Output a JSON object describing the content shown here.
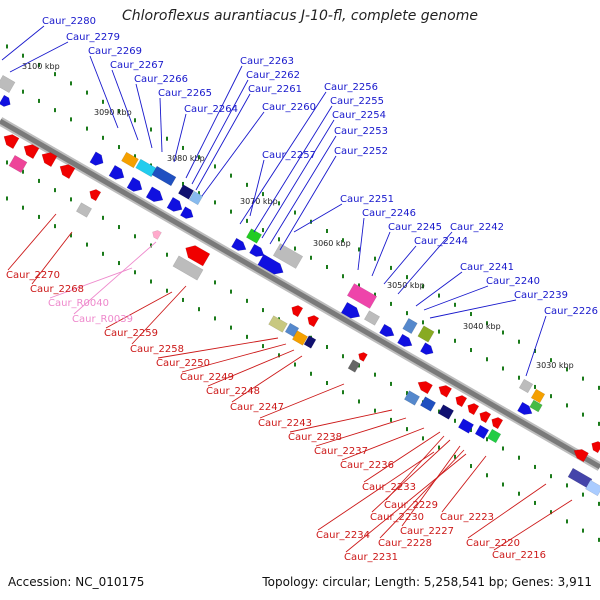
{
  "title": "Chloroflexus aurantiacus J-10-fl, complete genome",
  "footer": {
    "accession": "Accession: NC_010175",
    "summary": "Topology: circular; Length: 5,258,541 bp; Genes: 3,911"
  },
  "colors": {
    "forward_gene": "#1010e0",
    "reverse_gene": "#f00000",
    "rna_label": "#ee88cc",
    "forward_label": "#1818cc",
    "reverse_label": "#cc1818",
    "backbone": "#7a7a7a",
    "tick_dot": "#1a7a1a"
  },
  "ticks": [
    "3100 kbp",
    "3090 kbp",
    "3080 kbp",
    "3070 kbp",
    "3060 kbp",
    "3050 kbp",
    "3040 kbp",
    "3030 kbp"
  ],
  "forward_labels": [
    "Caur_2280",
    "Caur_2279",
    "Caur_2269",
    "Caur_2267",
    "Caur_2266",
    "Caur_2265",
    "Caur_2264",
    "Caur_2263",
    "Caur_2262",
    "Caur_2261",
    "Caur_2260",
    "Caur_2256",
    "Caur_2255",
    "Caur_2254",
    "Caur_2253",
    "Caur_2252",
    "Caur_2257",
    "Caur_2251",
    "Caur_2246",
    "Caur_2245",
    "Caur_2244",
    "Caur_2242",
    "Caur_2241",
    "Caur_2240",
    "Caur_2239",
    "Caur_2226"
  ],
  "reverse_labels": [
    "Caur_2270",
    "Caur_2268",
    "Caur_R0040",
    "Caur_R0039",
    "Caur_2259",
    "Caur_2258",
    "Caur_2250",
    "Caur_2249",
    "Caur_2248",
    "Caur_2247",
    "Caur_2243",
    "Caur_2238",
    "Caur_2237",
    "Caur_2236",
    "Caur_2233",
    "Caur_2229",
    "Caur_2230",
    "Caur_2227",
    "Caur_2234",
    "Caur_2228",
    "Caur_2231",
    "Caur_2223",
    "Caur_2220",
    "Caur_2216"
  ]
}
